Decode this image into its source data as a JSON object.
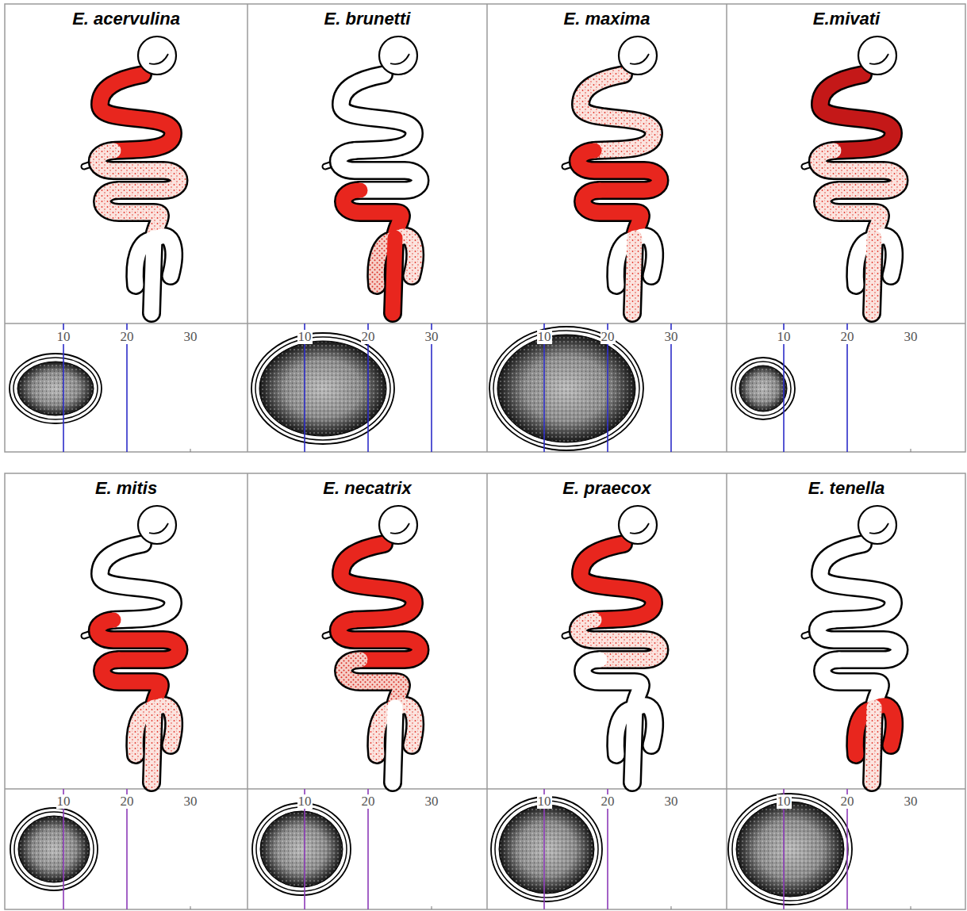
{
  "diagram": {
    "nodes": [
      {
        "text": [
          "E. acervulina"
        ]
      },
      {
        "text": [
          "E. brunetti"
        ]
      },
      {
        "text": [
          "E. maxima"
        ]
      },
      {
        "text": [
          "E.mivati"
        ]
      },
      {
        "text": [
          "E. mitis"
        ]
      },
      {
        "text": [
          "E. necatrix"
        ]
      },
      {
        "text": [
          "E. praecox"
        ]
      },
      {
        "text": [
          "E. tenella"
        ]
      }
    ],
    "labels": [
      "10",
      "20",
      "30",
      "10",
      "20",
      "30",
      "10",
      "20",
      "30",
      "10",
      "20",
      "30",
      "10",
      "20",
      "30",
      "10",
      "20",
      "30",
      "10",
      "20",
      "30",
      "10",
      "20",
      "30"
    ]
  }
}
